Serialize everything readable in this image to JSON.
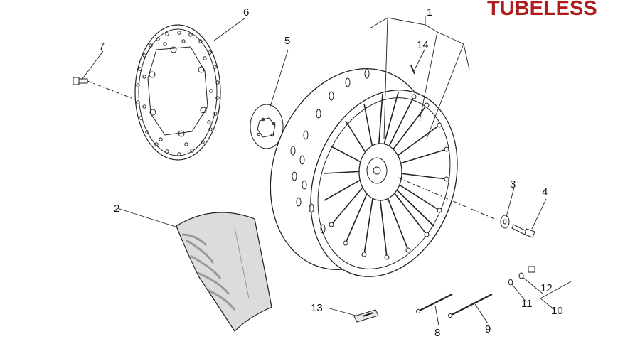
{
  "title": "TUBELESS",
  "colors": {
    "title": "#b01c1c",
    "line": "#222222",
    "tire_fill": "#dcdcdc"
  },
  "callouts": [
    "1",
    "2",
    "3",
    "4",
    "5",
    "6",
    "7",
    "8",
    "9",
    "10",
    "11",
    "12",
    "13",
    "14"
  ]
}
